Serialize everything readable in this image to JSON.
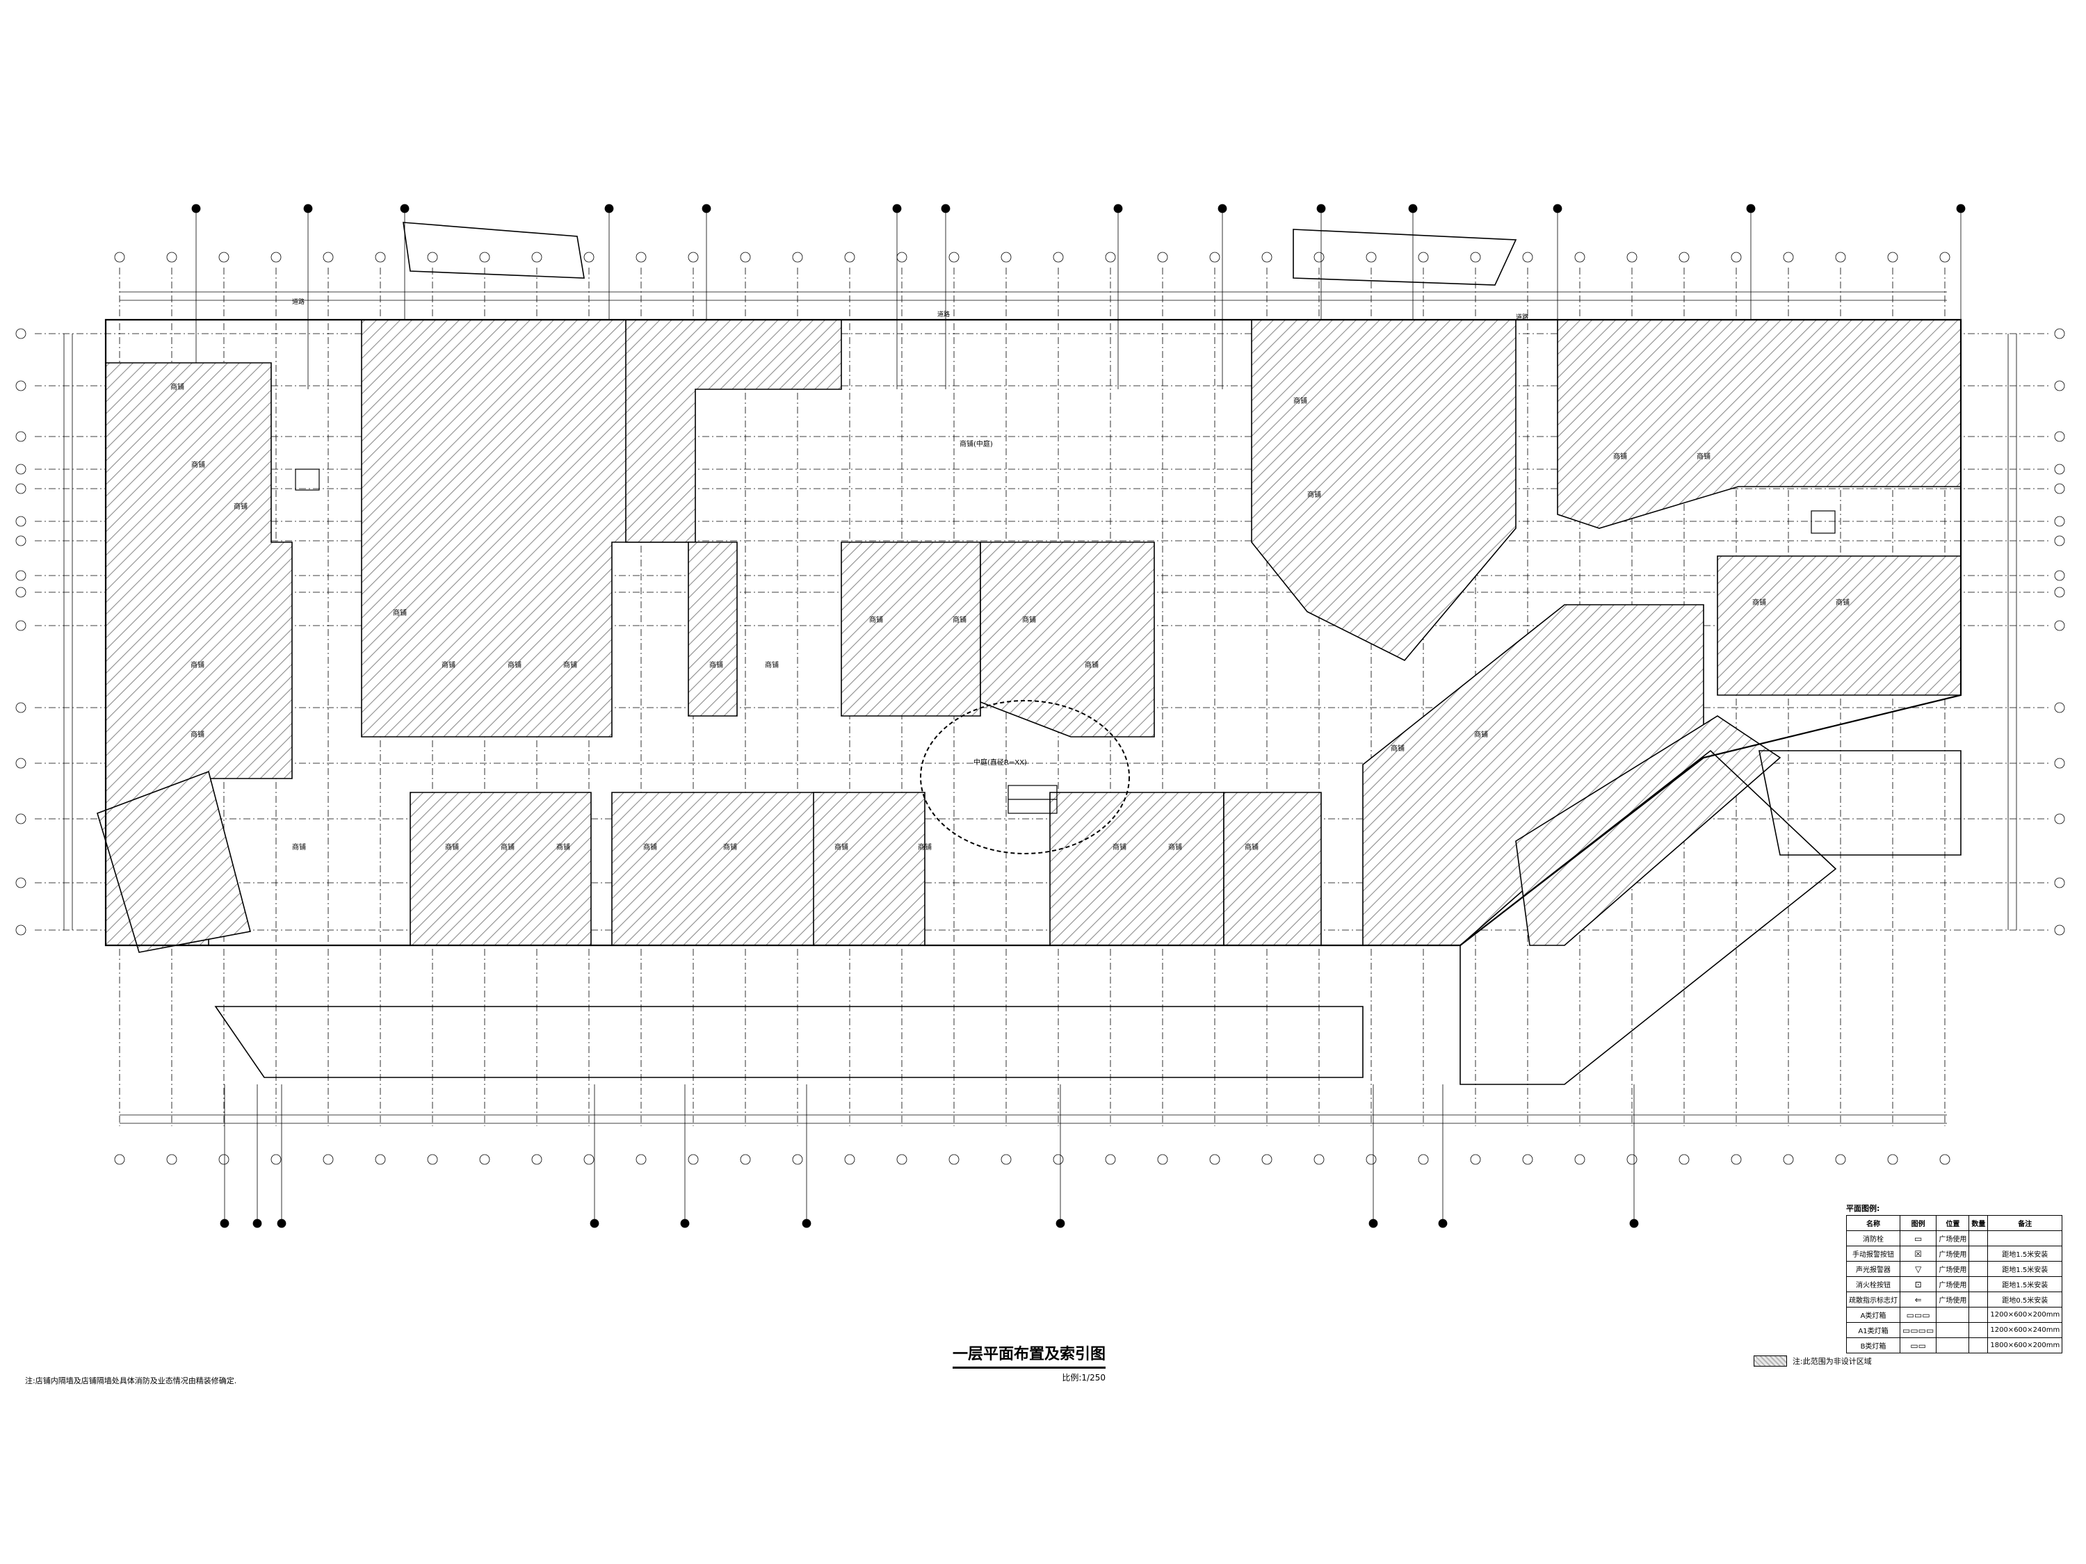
{
  "drawing": {
    "title": "一层平面布置及索引图",
    "scale": "比例:1/250",
    "bottom_note": "注:店铺内隔墙及店铺隔墙处具体消防及业态情况由精装修确定.",
    "hatch_note": "注:此范围为非设计区域"
  },
  "plan_labels": {
    "shop": "商铺",
    "atrium": "商铺(中庭)",
    "atrium_circle": "中庭(直径R=XX)",
    "road": "道路"
  },
  "legend": {
    "title": "平面图例:",
    "headers": [
      "名称",
      "图例",
      "位置",
      "数量",
      "备注"
    ],
    "rows": [
      {
        "name": "消防栓",
        "symbol": "▭",
        "position": "广场使用",
        "qty": "",
        "note": ""
      },
      {
        "name": "手动报警按钮",
        "symbol": "☒",
        "position": "广场使用",
        "qty": "",
        "note": "距地1.5米安装"
      },
      {
        "name": "声光报警器",
        "symbol": "▽",
        "position": "广场使用",
        "qty": "",
        "note": "距地1.5米安装"
      },
      {
        "name": "消火栓按钮",
        "symbol": "⊡",
        "position": "广场使用",
        "qty": "",
        "note": "距地1.5米安装"
      },
      {
        "name": "疏散指示标志灯",
        "symbol": "⇐",
        "position": "广场使用",
        "qty": "",
        "note": "距地0.5米安装"
      },
      {
        "name": "A类灯箱",
        "symbol": "▭▭▭",
        "position": "",
        "qty": "",
        "note": "1200×600×200mm"
      },
      {
        "name": "A1类灯箱",
        "symbol": "▭▭▭▭",
        "position": "",
        "qty": "",
        "note": "1200×600×240mm"
      },
      {
        "name": "B类灯箱",
        "symbol": "▭▭",
        "position": "",
        "qty": "",
        "note": "1800×600×200mm"
      }
    ]
  },
  "colors": {
    "line": "#000000",
    "hatch_dark": "#8c8c8c",
    "hatch_light": "#ffffff"
  }
}
